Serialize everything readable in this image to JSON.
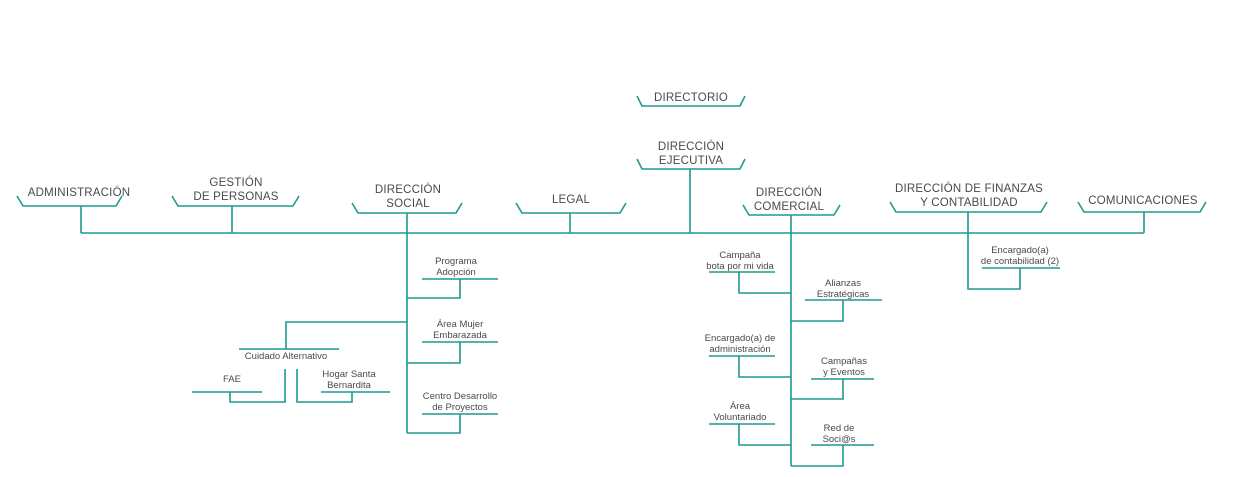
{
  "colors": {
    "line": "#1e9a90",
    "text": "#4a4a4a"
  },
  "top": {
    "directorio": "DIRECTORIO",
    "ejecutiva": "DIRECCIÓN\nEJECUTIVA",
    "administracion": "ADMINISTRACIÓN",
    "gestion": "GESTIÓN\nDE PERSONAS",
    "social": "DIRECCIÓN\nSOCIAL",
    "legal": "LEGAL",
    "comercial": "DIRECCIÓN\nCOMERCIAL",
    "finanzas": "DIRECCIÓN DE FINANZAS\nY CONTABILIDAD",
    "comunicaciones": "COMUNICACIONES"
  },
  "social": {
    "programa": "Programa\nAdopción",
    "mujer": "Área Mujer\nEmbarazada",
    "centro": "Centro Desarrollo\nde Proyectos",
    "cuidado": "Cuidado Alternativo",
    "fae": "FAE",
    "hogar": "Hogar Santa\nBernardita"
  },
  "comercial": {
    "campana": "Campaña\nbota por mi vida",
    "alianzas": "Alianzas\nEstratégicas",
    "encargado_admin": "Encargado(a) de\nadministración",
    "campanas_eventos": "Campañas\ny Eventos",
    "voluntariado": "Área\nVoluntariado",
    "red": "Red de\nSoci@s"
  },
  "finanzas": {
    "contabilidad": "Encargado(a)\nde contabilidad (2)"
  }
}
